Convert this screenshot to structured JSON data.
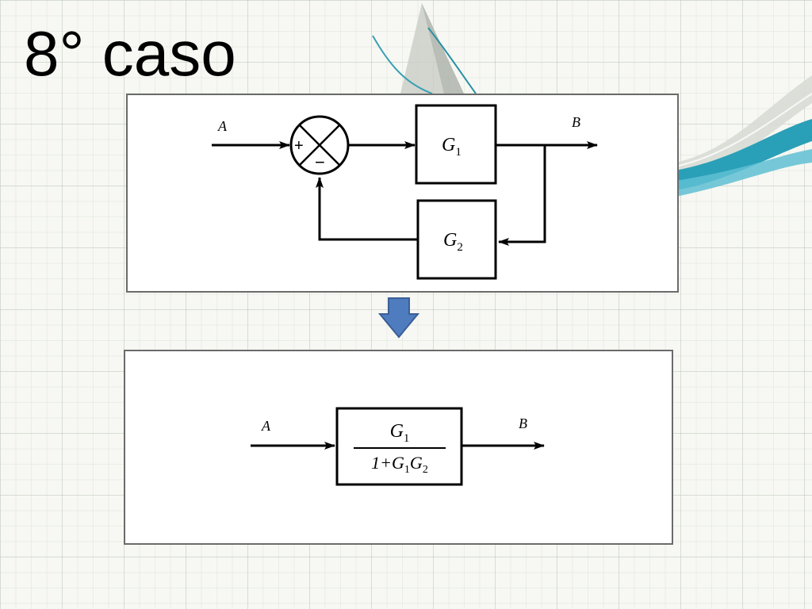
{
  "slide": {
    "title": "8° caso"
  },
  "original_diagram": {
    "input_label": "A",
    "output_label": "B",
    "summing_plus": "+",
    "summing_minus": "−",
    "forward_block": {
      "name": "G",
      "subscript": "1"
    },
    "feedback_block": {
      "name": "G",
      "subscript": "2"
    }
  },
  "reduced_diagram": {
    "input_label": "A",
    "output_label": "B",
    "numerator": {
      "name": "G",
      "subscript": "1"
    },
    "denominator": {
      "prefix": "1+",
      "g1_name": "G",
      "g1_subscript": "1",
      "g2_name": "G",
      "g2_subscript": "2"
    }
  },
  "colors": {
    "arrow_fill": "#4f7cbf",
    "arrow_stroke": "#3a5f96",
    "ribbon_teal": "#2a9fb8",
    "ribbon_light": "#bfe3ea"
  }
}
